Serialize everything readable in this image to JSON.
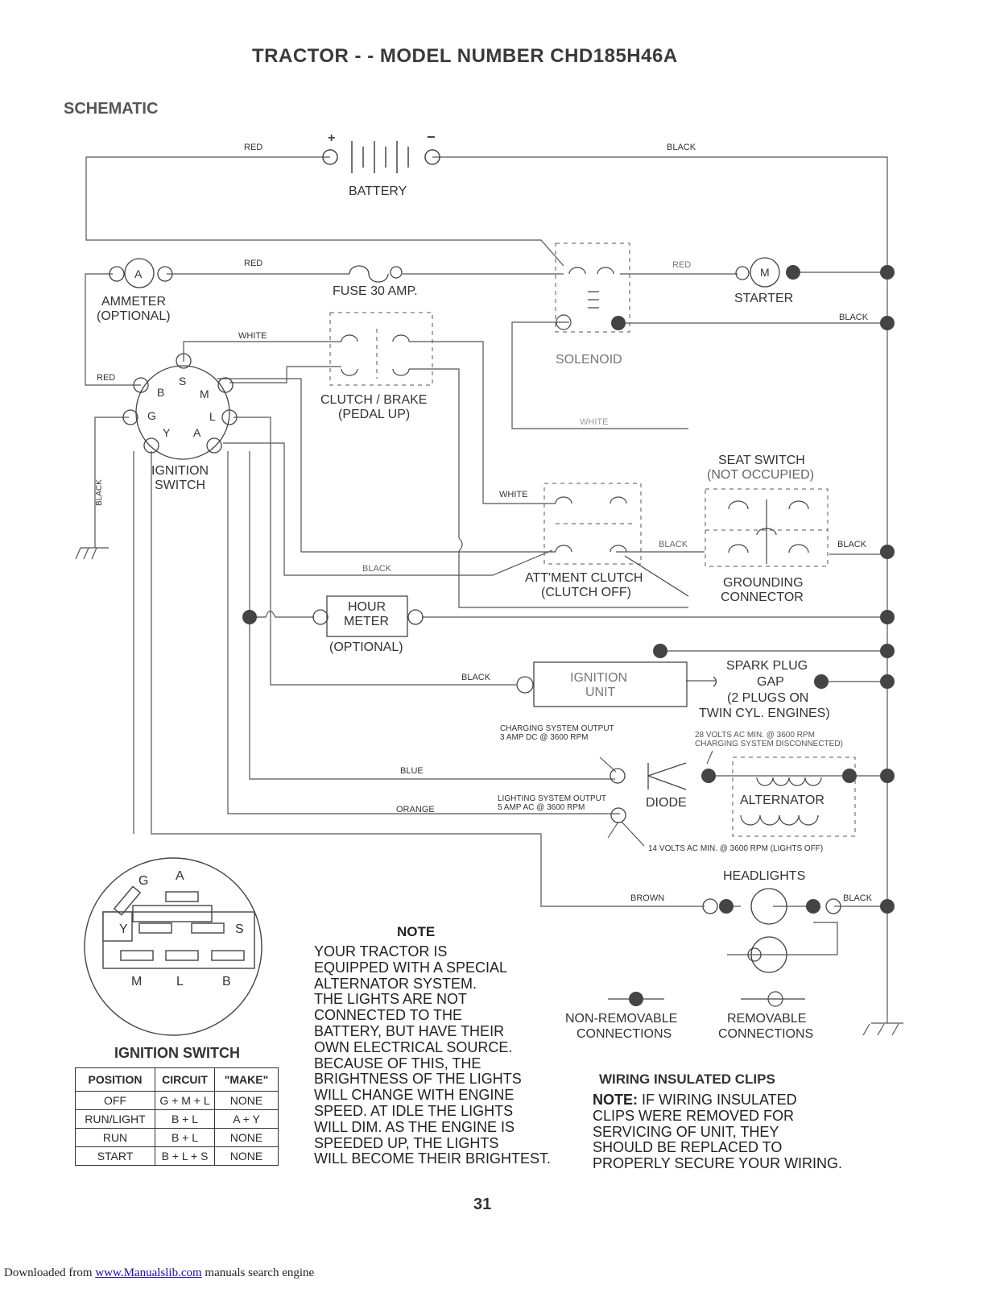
{
  "title": "TRACTOR - - MODEL NUMBER CHD185H46A",
  "section": "SCHEMATIC",
  "labels": {
    "battery": "BATTERY",
    "plus": "+",
    "minus": "−",
    "fuse": "FUSE 30 AMP.",
    "ammeter": "AMMETER",
    "ammeter_opt": "(OPTIONAL)",
    "ammeter_a": "A",
    "starter": "STARTER",
    "starter_m": "M",
    "solenoid": "SOLENOID",
    "clutch_brake": "CLUTCH / BRAKE",
    "clutch_brake_sub": "(PEDAL UP)",
    "ignition_switch_1": "IGNITION",
    "ignition_switch_2": "SWITCH",
    "seat_switch": "SEAT SWITCH",
    "seat_switch_sub": "(NOT OCCUPIED)",
    "att_clutch": "ATT'MENT CLUTCH",
    "att_clutch_sub": "(CLUTCH OFF)",
    "grounding_1": "GROUNDING",
    "grounding_2": "CONNECTOR",
    "hour_meter_1": "HOUR",
    "hour_meter_2": "METER",
    "hour_meter_opt": "(OPTIONAL)",
    "ignition_unit_1": "IGNITION",
    "ignition_unit_2": "UNIT",
    "spark_1": "SPARK PLUG",
    "spark_2": "GAP",
    "spark_3": "(2 PLUGS ON",
    "spark_4": "TWIN CYL. ENGINES)",
    "charging_out_1": "CHARGING SYSTEM OUTPUT",
    "charging_out_2": "3 AMP DC @ 3600 RPM",
    "volts28_1": "28 VOLTS AC MIN. @ 3600 RPM",
    "volts28_2": "CHARGING SYSTEM DISCONNECTED)",
    "lighting_out_1": "LIGHTING SYSTEM OUTPUT",
    "lighting_out_2": "5 AMP AC @ 3600 RPM",
    "diode": "DIODE",
    "alternator": "ALTERNATOR",
    "volts14": "14 VOLTS AC MIN. @ 3600 RPM (LIGHTS OFF)",
    "headlights": "HEADLIGHTS",
    "non_removable_1": "NON-REMOVABLE",
    "non_removable_2": "CONNECTIONS",
    "removable_1": "REMOVABLE",
    "removable_2": "CONNECTIONS"
  },
  "terminals": {
    "s": "S",
    "b": "B",
    "m": "M",
    "g": "G",
    "l": "L",
    "y": "Y",
    "a": "A"
  },
  "wires": {
    "red_top": "RED",
    "black_top": "BLACK",
    "red_ammeter": "RED",
    "red_starter": "RED",
    "black_solenoid": "BLACK",
    "white_switch": "WHITE",
    "red_switch": "RED",
    "white_solenoid": "WHITE",
    "black_vertical": "BLACK",
    "white_att": "WHITE",
    "black_att": "BLACK",
    "black_ground": "BLACK",
    "black_mid": "BLACK",
    "black_ign_unit": "BLACK",
    "blue": "BLUE",
    "orange": "ORANGE",
    "brown": "BROWN",
    "black_headlight": "BLACK"
  },
  "switch_face": {
    "g": "G",
    "a": "A",
    "y": "Y",
    "s": "S",
    "m": "M",
    "l": "L",
    "b": "B"
  },
  "ignition_table": {
    "heading": "IGNITION SWITCH",
    "columns": [
      "POSITION",
      "CIRCUIT",
      "\"MAKE\""
    ],
    "rows": [
      [
        "OFF",
        "G + M + L",
        "NONE"
      ],
      [
        "RUN/LIGHT",
        "B + L",
        "A + Y"
      ],
      [
        "RUN",
        "B + L",
        "NONE"
      ],
      [
        "START",
        "B + L + S",
        "NONE"
      ]
    ]
  },
  "note": {
    "heading": "NOTE",
    "lines": [
      "YOUR TRACTOR IS",
      "EQUIPPED WITH A SPECIAL",
      "ALTERNATOR SYSTEM.",
      "THE LIGHTS ARE NOT",
      "CONNECTED TO THE",
      "BATTERY, BUT HAVE THEIR",
      "OWN ELECTRICAL SOURCE.",
      "BECAUSE OF THIS, THE",
      "BRIGHTNESS OF THE LIGHTS",
      "WILL CHANGE WITH ENGINE",
      "SPEED.  AT IDLE THE LIGHTS",
      "WILL DIM.  AS THE ENGINE IS",
      "SPEEDED UP, THE LIGHTS",
      "WILL BECOME THEIR BRIGHTEST."
    ]
  },
  "clips": {
    "heading": "WIRING INSULATED CLIPS",
    "note_prefix": "NOTE:",
    "lines": [
      " IF WIRING INSULATED",
      "CLIPS WERE REMOVED FOR",
      "SERVICING OF UNIT, THEY",
      "SHOULD BE REPLACED TO",
      "PROPERLY SECURE YOUR WIRING."
    ]
  },
  "page_number": "31",
  "footer": {
    "prefix": "Downloaded from ",
    "link": "www.Manualslib.com",
    "suffix": "  manuals search engine"
  }
}
